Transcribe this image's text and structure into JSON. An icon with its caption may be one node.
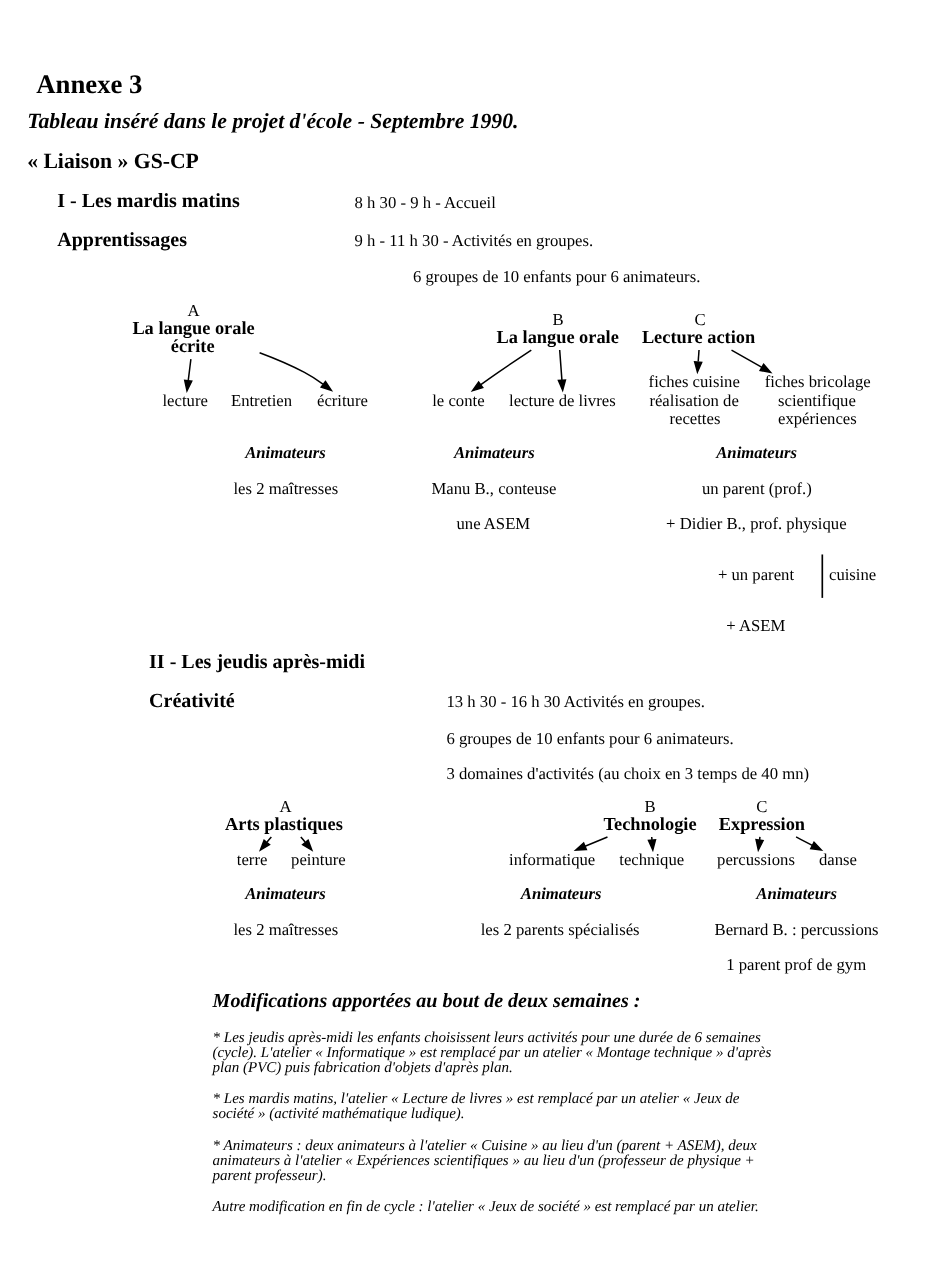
{
  "diagram": {
    "title": "Annexe 3",
    "nodes": [
      {
        "text": [
          "A",
          "La langue orale écrite"
        ]
      },
      {
        "text": [
          "lecture"
        ]
      },
      {
        "text": [
          "écriture"
        ]
      },
      {
        "text": [
          "B",
          "La langue orale"
        ]
      },
      {
        "text": [
          "le conte"
        ]
      },
      {
        "text": [
          "lecture de livres"
        ]
      },
      {
        "text": [
          "C",
          "Lecture action"
        ]
      },
      {
        "text": [
          "fiches cuisine réalisation de recettes"
        ]
      },
      {
        "text": [
          "fiches bricolage scientifique expériences"
        ]
      },
      {
        "text": [
          "A",
          "Arts plastiques"
        ]
      },
      {
        "text": [
          "terre"
        ]
      },
      {
        "text": [
          "peinture"
        ]
      },
      {
        "text": [
          "B",
          "Technologie"
        ]
      },
      {
        "text": [
          "informatique"
        ]
      },
      {
        "text": [
          "technique"
        ]
      },
      {
        "text": [
          "C",
          "Expression"
        ]
      },
      {
        "text": [
          "percussions"
        ]
      },
      {
        "text": [
          "danse"
        ]
      }
    ],
    "edges": [
      {
        "from": 0,
        "to": 1,
        "arrow": "to"
      },
      {
        "from": 0,
        "to": 2,
        "arrow": "to"
      },
      {
        "from": 3,
        "to": 4,
        "arrow": "to"
      },
      {
        "from": 3,
        "to": 5,
        "arrow": "to"
      },
      {
        "from": 6,
        "to": 7,
        "arrow": "to"
      },
      {
        "from": 6,
        "to": 8,
        "arrow": "to"
      },
      {
        "from": 9,
        "to": 10,
        "arrow": "to"
      },
      {
        "from": 9,
        "to": 11,
        "arrow": "to"
      },
      {
        "from": 12,
        "to": 13,
        "arrow": "to"
      },
      {
        "from": 12,
        "to": 14,
        "arrow": "to"
      },
      {
        "from": 15,
        "to": 16,
        "arrow": "to"
      },
      {
        "from": 15,
        "to": 17,
        "arrow": "to"
      }
    ],
    "labels": [
      "Tableau inséré dans le projet d'école - Septembre 1990.",
      "« Liaison » GS-CP",
      "I - Les mardis matins",
      "8 h 30 - 9 h - Accueil",
      "Apprentissages",
      "9 h - 11 h 30 - Activités en groupes.",
      "6 groupes de 10 enfants pour 6 animateurs.",
      "Entretien",
      "Animateurs",
      "les 2 maîtresses",
      "Animateurs",
      "Manu B., conteuse",
      "une ASEM",
      "Animateurs",
      "un parent (prof.)",
      "+ Didier B., prof. physique",
      "+ un parent",
      "+ ASEM",
      "cuisine",
      "II - Les jeudis après-midi",
      "Créativité",
      "13 h 30 - 16 h 30 Activités en groupes.",
      "6 groupes de 10 enfants pour 6 animateurs.",
      "3 domaines d'activités (au choix en 3 temps de 40 mn)",
      "Animateurs",
      "les 2 maîtresses",
      "Animateurs",
      "les 2 parents spécialisés",
      "Animateurs",
      "Bernard B. : percussions",
      "1 parent prof de gym",
      "Modifications apportées au bout de deux semaines :",
      "* Les jeudis après-midi les enfants choisissent leurs activités pour une durée de 6 semaines (cycle). L'atelier « Informatique » est remplacé par un atelier « Montage technique » d'après plan (PVC) puis fabrication d'objets d'après plan.",
      "* Les mardis matins, l'atelier « Lecture de livres » est remplacé par un atelier « Jeux de société » (activité mathématique ludique).",
      "* Animateurs : deux animateurs à l'atelier « Cuisine » au lieu d'un (parent + ASEM), deux animateurs à l'atelier « Expériences scientifiques » au lieu d'un (professeur de physique + parent professeur).",
      "Autre modification en fin de cycle : l'atelier « Jeux de société » est remplacé par un atelier."
    ]
  }
}
